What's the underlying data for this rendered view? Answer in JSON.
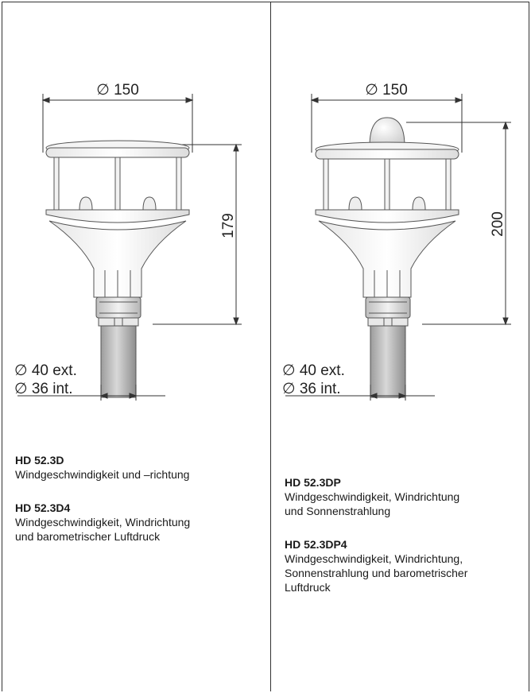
{
  "left": {
    "dia_top": "∅ 150",
    "height_dim": "179",
    "dia_ext": "∅ 40 ext.",
    "dia_int": "∅ 36 int.",
    "items": [
      {
        "model": "HD 52.3D",
        "desc": "Windgeschwindigkeit und –richtung"
      },
      {
        "model": "HD 52.3D4",
        "desc": "Windgeschwindigkeit, Windrichtung\nund barometrischer Luftdruck"
      }
    ]
  },
  "right": {
    "dia_top": "∅ 150",
    "height_dim": "200",
    "dia_ext": "∅ 40 ext.",
    "dia_int": "∅ 36 int.",
    "items": [
      {
        "model": "HD 52.3DP",
        "desc": "Windgeschwindigkeit, Windrichtung\nund Sonnenstrahlung"
      },
      {
        "model": "HD 52.3DP4",
        "desc": "Windgeschwindigkeit, Windrichtung,\nSonnenstrahlung und barometrischer\nLuftdruck"
      }
    ]
  }
}
